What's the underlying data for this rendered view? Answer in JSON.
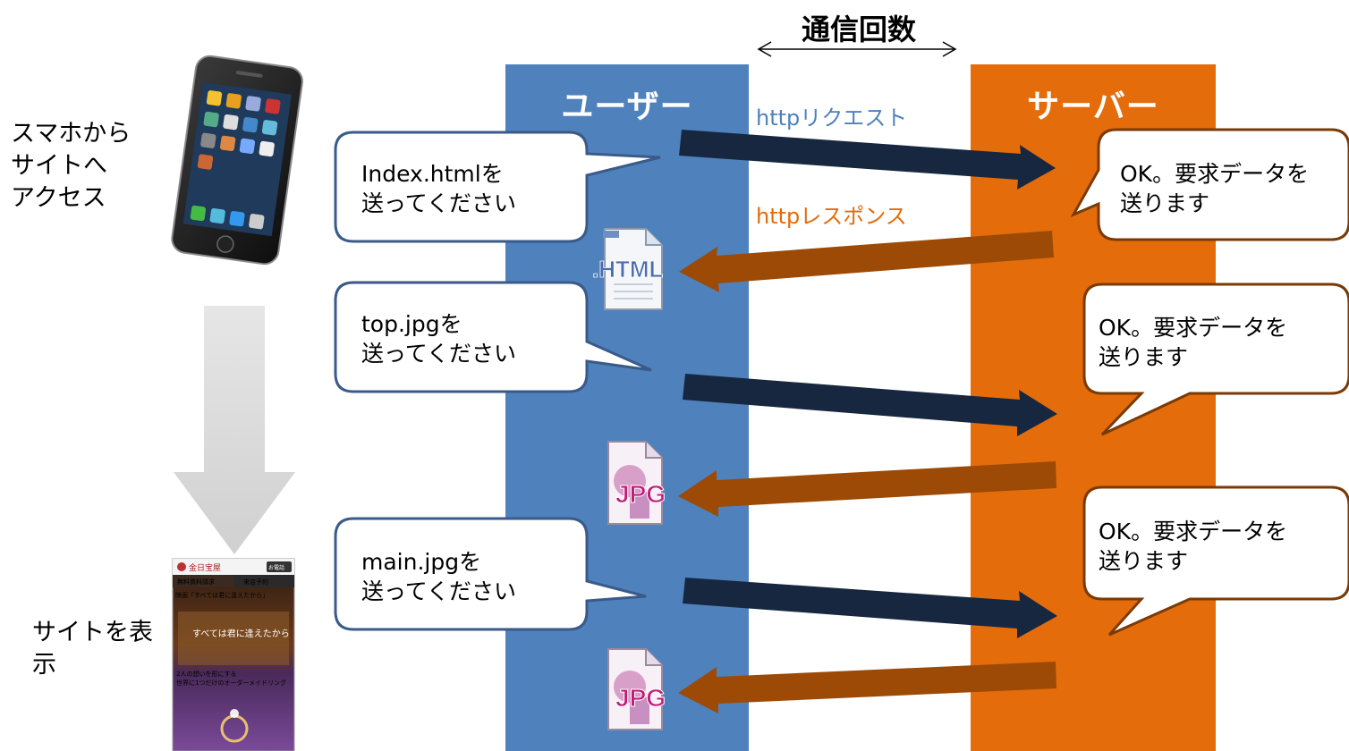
{
  "title": "通信回数",
  "left_labels": {
    "access": [
      "スマホから",
      "サイトへ",
      "アクセス"
    ],
    "display": [
      "サイトを表",
      "示"
    ]
  },
  "columns": {
    "user": "ユーザー",
    "server": "サーバー"
  },
  "flow_labels": {
    "request": "httpリクエスト",
    "response": "httpレスポンス"
  },
  "requests": [
    {
      "file": "Index.htmlを",
      "ask": "送ってください"
    },
    {
      "file": "top.jpgを",
      "ask": "送ってください"
    },
    {
      "file": "main.jpgを",
      "ask": "送ってください"
    }
  ],
  "replies": [
    {
      "line1": "OK。要求データを",
      "line2": "送ります"
    },
    {
      "line1": "OK。要求データを",
      "line2": "送ります"
    },
    {
      "line1": "OK。要求データを",
      "line2": "送ります"
    }
  ],
  "file_icons": [
    ".HTML",
    "JPG",
    "JPG"
  ],
  "phone_screen": {
    "brand": "金日宝屋",
    "btn_call": "お電話",
    "nav_left": "無料資料請求",
    "nav_right": "来店予約",
    "headline": "映画「すべては君に逢えたから」",
    "hero": "すべては君に逢えたから",
    "tagline1": "2人の想いを形にする",
    "tagline2": "世界に1つだけのオーダーメイドリング"
  },
  "colors": {
    "user": "#4f81bd",
    "server": "#e46c0a",
    "request_arrow": "#17273f",
    "response_arrow": "#9c4a06",
    "bubble_border": "#3a5a8a"
  }
}
